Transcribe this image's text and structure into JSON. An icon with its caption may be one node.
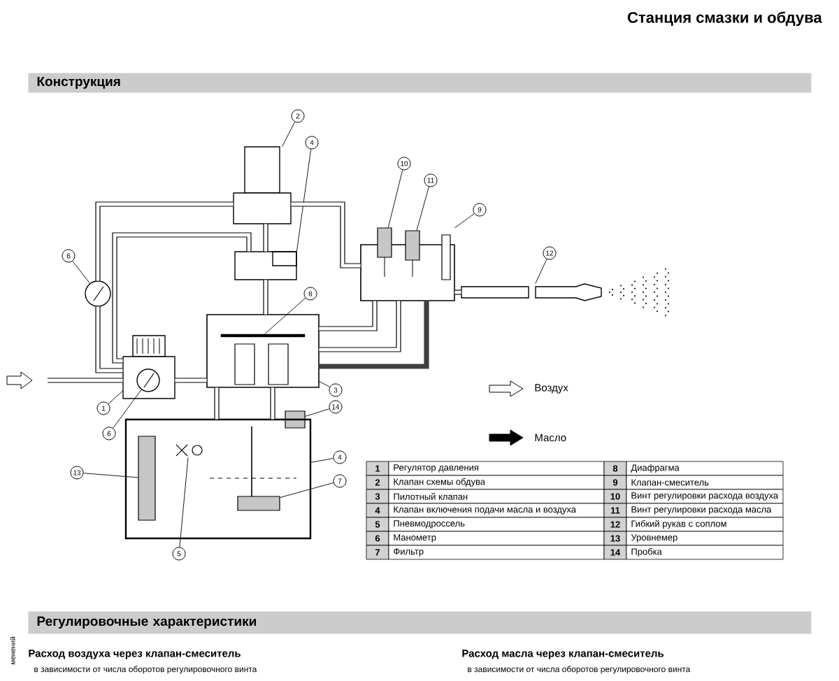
{
  "diagram": {
    "title": "Станция смазки и обдува",
    "nodes": [
      {
        "text": [
          "Конструкция"
        ]
      },
      {
        "text": [
          "2"
        ]
      },
      {
        "text": [
          "4"
        ]
      },
      {
        "text": [
          "10"
        ]
      },
      {
        "text": [
          "11"
        ]
      },
      {
        "text": [
          "9"
        ]
      },
      {
        "text": [
          "6"
        ]
      },
      {
        "text": [
          "8"
        ]
      },
      {
        "text": [
          "12"
        ]
      },
      {
        "text": [
          "3"
        ]
      },
      {
        "text": [
          "14"
        ]
      },
      {
        "text": [
          "1"
        ]
      },
      {
        "text": [
          "6"
        ]
      },
      {
        "text": [
          "4"
        ]
      },
      {
        "text": [
          "13"
        ]
      },
      {
        "text": [
          "7"
        ]
      },
      {
        "text": [
          "5"
        ]
      },
      {
        "text": [
          "Регулировочные характеристики"
        ]
      },
      {
        "text": [],
        "shape": "box"
      },
      {
        "text": [],
        "shape": "box"
      },
      {
        "text": [],
        "shape": "circle"
      },
      {
        "text": [],
        "shape": "box"
      },
      {
        "text": [],
        "shape": "circle",
        "in": 21
      },
      {
        "text": [],
        "shape": "box"
      },
      {
        "text": [],
        "shape": "bar",
        "in": 23
      },
      {
        "text": [],
        "shape": "box"
      },
      {
        "text": [],
        "shape": "bar"
      },
      {
        "text": [],
        "shape": "bar"
      },
      {
        "text": [],
        "shape": "bar"
      },
      {
        "text": [],
        "shape": "box"
      },
      {
        "text": [],
        "shape": "box"
      },
      {
        "text": [],
        "shape": "bar",
        "in": 30
      },
      {
        "text": [],
        "shape": "picture",
        "in": 30
      },
      {
        "text": [],
        "shape": "box",
        "in": 30
      }
    ],
    "edges": [
      {
        "from": 1,
        "to": 18,
        "arrow": "none"
      },
      {
        "from": 2,
        "to": 19,
        "arrow": "none"
      },
      {
        "from": 3,
        "to": 26,
        "arrow": "none"
      },
      {
        "from": 4,
        "to": 27,
        "arrow": "none"
      },
      {
        "from": 5,
        "to": 25,
        "arrow": "none"
      },
      {
        "from": 6,
        "to": 20,
        "arrow": "none"
      },
      {
        "from": 7,
        "to": 24,
        "arrow": "none"
      },
      {
        "from": 8,
        "to": 28,
        "arrow": "none"
      },
      {
        "from": 9,
        "to": 23,
        "arrow": "none"
      },
      {
        "from": 10,
        "to": 29,
        "arrow": "none"
      },
      {
        "from": 11,
        "to": 21,
        "arrow": "none"
      },
      {
        "from": 12,
        "to": 22,
        "arrow": "none"
      },
      {
        "from": 13,
        "to": 30,
        "arrow": "none"
      },
      {
        "from": 14,
        "to": 31,
        "arrow": "none"
      },
      {
        "from": 15,
        "to": 33,
        "arrow": "none"
      },
      {
        "from": 16,
        "to": 32,
        "arrow": "none"
      },
      {
        "from": null,
        "to": 21,
        "arrow": "none",
        "style": "thick"
      },
      {
        "from": 21,
        "to": 23,
        "arrow": "none",
        "style": "thick"
      },
      {
        "from": 21,
        "to": 20,
        "arrow": "none",
        "style": "thick"
      },
      {
        "from": 20,
        "to": 18,
        "arrow": "none",
        "style": "thick"
      },
      {
        "from": 18,
        "to": 25,
        "arrow": "none",
        "style": "thick"
      },
      {
        "from": 21,
        "to": 19,
        "arrow": "none",
        "style": "thick"
      },
      {
        "from": 18,
        "to": 19,
        "arrow": "none",
        "style": "thick"
      },
      {
        "from": 19,
        "to": 23,
        "arrow": "none",
        "style": "thick"
      },
      {
        "from": 23,
        "to": 25,
        "arrow": "none",
        "style": "thick"
      },
      {
        "from": 23,
        "to": 25,
        "arrow": "none",
        "style": "thick"
      },
      {
        "from": 23,
        "to": 25,
        "arrow": "none",
        "style": "thick",
        "color": "#404040"
      },
      {
        "from": 30,
        "to": 23,
        "arrow": "none",
        "style": "thick"
      },
      {
        "from": 30,
        "to": 23,
        "arrow": "none",
        "style": "thick"
      },
      {
        "from": 25,
        "to": 28,
        "arrow": "none",
        "style": "thick"
      }
    ],
    "labels": [
      "1",
      "Регулятор давления",
      "8",
      "Диафрагма",
      "2",
      "Клапан схемы обдува",
      "9",
      "Клапан-смеситель",
      "3",
      "Пилотный клапан",
      "10",
      "Винт регулировки расхода воздуха",
      "4",
      "Клапан включения подачи масла и воздуха",
      "11",
      "Винт регулировки расхода масла",
      "5",
      "Пневмодроссель",
      "12",
      "Гибкий рукав с соплом",
      "6",
      "Манометр",
      "13",
      "Уровнемер",
      "7",
      "Фильтр",
      "14",
      "Пробка",
      "Расход воздуха через клапан-смеситель",
      "в зависимости от числа оборотов регулировочного винта",
      "Расход масла через клапан-смеситель",
      "в зависимости от числа оборотов регулировочного винта",
      "менений"
    ],
    "legend": [
      {
        "text": "Воздух"
      },
      {
        "text": "Масло"
      }
    ]
  }
}
